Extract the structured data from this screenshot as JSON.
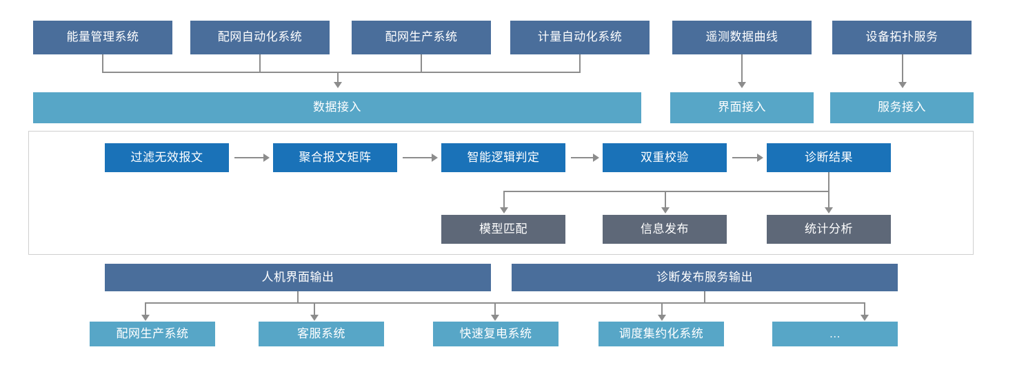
{
  "diagram": {
    "colors": {
      "source": "#4a6e9b",
      "access": "#57a6c7",
      "process": "#1a72b8",
      "analytics": "#5e6878",
      "connector": "#8c8c8c",
      "panel_border": "#cfcfcf",
      "background": "#ffffff",
      "text": "#ffffff"
    },
    "sources": [
      {
        "label": "能量管理系统"
      },
      {
        "label": "配网自动化系统"
      },
      {
        "label": "配网生产系统"
      },
      {
        "label": "计量自动化系统"
      },
      {
        "label": "遥测数据曲线"
      },
      {
        "label": "设备拓扑服务"
      }
    ],
    "access_bars": [
      {
        "label": "数据接入"
      },
      {
        "label": "界面接入"
      },
      {
        "label": "服务接入"
      }
    ],
    "pipeline": [
      {
        "label": "过滤无效报文"
      },
      {
        "label": "聚合报文矩阵"
      },
      {
        "label": "智能逻辑判定"
      },
      {
        "label": "双重校验"
      },
      {
        "label": "诊断结果"
      }
    ],
    "analytics": [
      {
        "label": "模型匹配"
      },
      {
        "label": "信息发布"
      },
      {
        "label": "统计分析"
      }
    ],
    "outputs": [
      {
        "label": "人机界面输出"
      },
      {
        "label": "诊断发布服务输出"
      }
    ],
    "consumers": [
      {
        "label": "配网生产系统"
      },
      {
        "label": "客服系统"
      },
      {
        "label": "快速复电系统"
      },
      {
        "label": "调度集约化系统"
      },
      {
        "label": "..."
      }
    ]
  }
}
